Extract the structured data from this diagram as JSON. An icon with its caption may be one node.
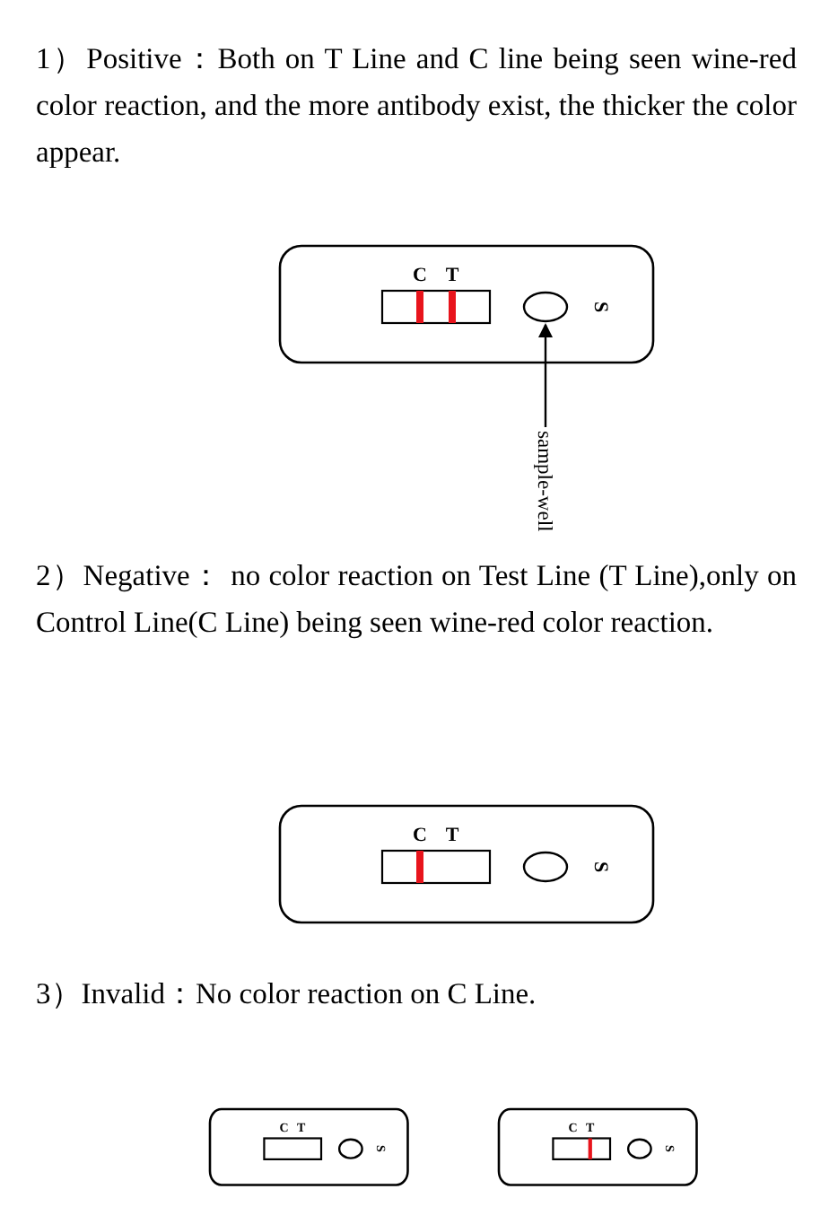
{
  "diagram": {
    "nodes": [
      {
        "text": [],
        "shape": "circle"
      },
      {
        "text": [
          "sample-well"
        ]
      }
    ],
    "edges": [
      {
        "from": 1,
        "to": 0,
        "arrow": "to"
      }
    ],
    "labels": [
      "1）Positive：Both on T Line and C line being seen wine-red color reaction, and the more antibody exist, the thicker the color appear.",
      "C",
      "T",
      "S",
      "2）Negative： no color reaction on Test Line (T Line),only on Control Line(C Line) being seen wine-red color reaction.",
      "C",
      "T",
      "S",
      "3）Invalid：No color reaction on C Line.",
      "C",
      "T",
      "S",
      "C",
      "T",
      "S"
    ]
  }
}
